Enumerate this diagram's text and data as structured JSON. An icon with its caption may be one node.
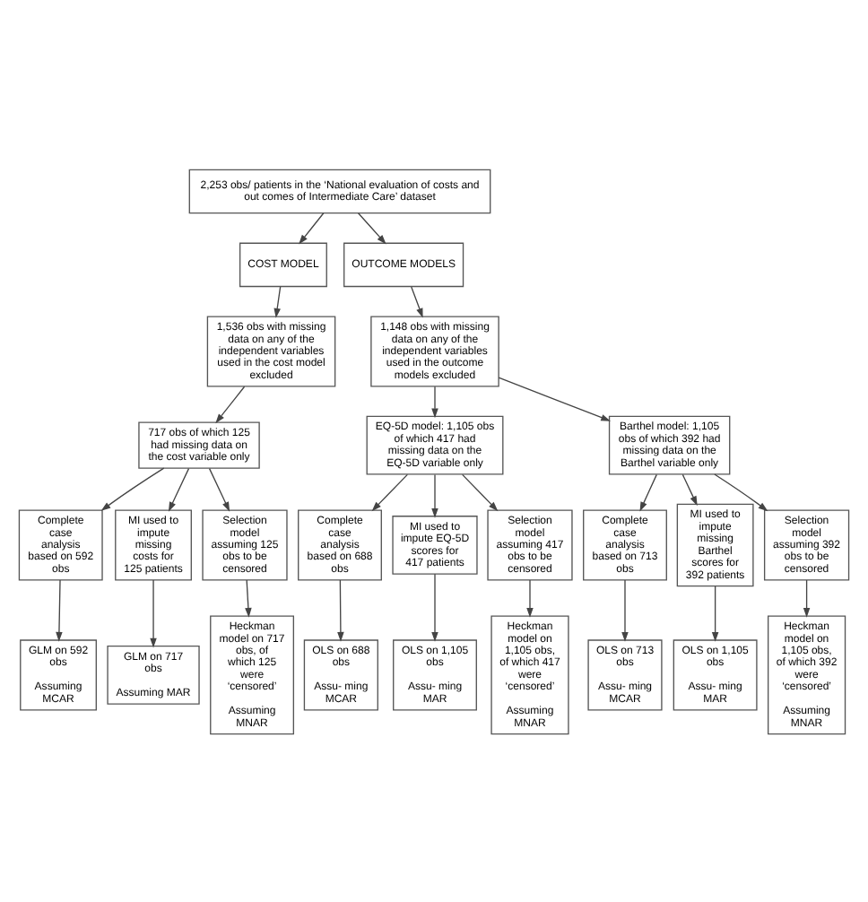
{
  "diagram": {
    "nodes": [
      {
        "text": [
          "2,253 obs/ patients in the ‘National evaluation of costs and out comes of Intermediate Care’ dataset"
        ]
      },
      {
        "text": [
          "COST MODEL"
        ]
      },
      {
        "text": [
          "OUTCOME MODELS"
        ]
      },
      {
        "text": [
          "1,536 obs with missing data on any of the independent variables used in the cost model excluded"
        ]
      },
      {
        "text": [
          "1,148 obs with missing data on any of the independent variables used in the outcome models excluded"
        ]
      },
      {
        "text": [
          "717 obs of which 125 had missing data on the cost variable only"
        ]
      },
      {
        "text": [
          "EQ-5D model: 1,105 obs of which 417 had missing data on the EQ-5D variable only"
        ]
      },
      {
        "text": [
          "Barthel model: 1,105 obs of which 392 had missing data on the Barthel variable only"
        ]
      },
      {
        "text": [
          "Complete case analysis based on 592 obs"
        ]
      },
      {
        "text": [
          "MI used to impute missing costs for 125 patients"
        ]
      },
      {
        "text": [
          "Selection model assuming 125 obs to be censored"
        ]
      },
      {
        "text": [
          "Complete case analysis based on 688 obs"
        ]
      },
      {
        "text": [
          "MI used to impute EQ-5D scores for 417 patients"
        ]
      },
      {
        "text": [
          "Selection model assuming 417 obs to be censored"
        ]
      },
      {
        "text": [
          "Complete case analysis based on 713 obs"
        ]
      },
      {
        "text": [
          "MI used to impute missing Barthel scores for 392 patients"
        ]
      },
      {
        "text": [
          "Selection model assuming 392 obs to be censored"
        ]
      },
      {
        "text": [
          "GLM on 592 obs",
          "Assuming MCAR"
        ]
      },
      {
        "text": [
          "GLM on 717 obs",
          "Assuming MAR"
        ]
      },
      {
        "text": [
          "Heckman model on 717 obs, of which 125 were ‘censored’",
          "Assuming MNAR"
        ]
      },
      {
        "text": [
          "OLS on 688 obs",
          "Assu- ming MCAR"
        ]
      },
      {
        "text": [
          "OLS on 1,105 obs",
          "Assu- ming MAR"
        ]
      },
      {
        "text": [
          "Heckman model on 1,105 obs, of which 417 were ‘censored’",
          "Assuming MNAR"
        ]
      },
      {
        "text": [
          "OLS on 713 obs",
          "Assu- ming MCAR"
        ]
      },
      {
        "text": [
          "OLS on 1,105 obs",
          "Assu- ming MAR"
        ]
      },
      {
        "text": [
          "Heckman model on 1,105 obs, of which 392 were ‘censored’",
          "Assuming MNAR"
        ]
      }
    ],
    "edges": [
      {
        "from": 0,
        "to": 1,
        "arrow": "to"
      },
      {
        "from": 0,
        "to": 2,
        "arrow": "to"
      },
      {
        "from": 1,
        "to": 3,
        "arrow": "to"
      },
      {
        "from": 2,
        "to": 4,
        "arrow": "to"
      },
      {
        "from": 3,
        "to": 5,
        "arrow": "to"
      },
      {
        "from": 4,
        "to": 6,
        "arrow": "to"
      },
      {
        "from": 4,
        "to": 7,
        "arrow": "to"
      },
      {
        "from": 5,
        "to": 8,
        "arrow": "to"
      },
      {
        "from": 5,
        "to": 9,
        "arrow": "to"
      },
      {
        "from": 5,
        "to": 10,
        "arrow": "to"
      },
      {
        "from": 6,
        "to": 11,
        "arrow": "to"
      },
      {
        "from": 6,
        "to": 12,
        "arrow": "to"
      },
      {
        "from": 6,
        "to": 13,
        "arrow": "to"
      },
      {
        "from": 7,
        "to": 14,
        "arrow": "to"
      },
      {
        "from": 7,
        "to": 15,
        "arrow": "to"
      },
      {
        "from": 7,
        "to": 16,
        "arrow": "to"
      },
      {
        "from": 8,
        "to": 17,
        "arrow": "to"
      },
      {
        "from": 9,
        "to": 18,
        "arrow": "to"
      },
      {
        "from": 10,
        "to": 19,
        "arrow": "to"
      },
      {
        "from": 11,
        "to": 20,
        "arrow": "to"
      },
      {
        "from": 12,
        "to": 21,
        "arrow": "to"
      },
      {
        "from": 13,
        "to": 22,
        "arrow": "to"
      },
      {
        "from": 14,
        "to": 23,
        "arrow": "to"
      },
      {
        "from": 15,
        "to": 24,
        "arrow": "to"
      },
      {
        "from": 16,
        "to": 25,
        "arrow": "to"
      }
    ]
  }
}
